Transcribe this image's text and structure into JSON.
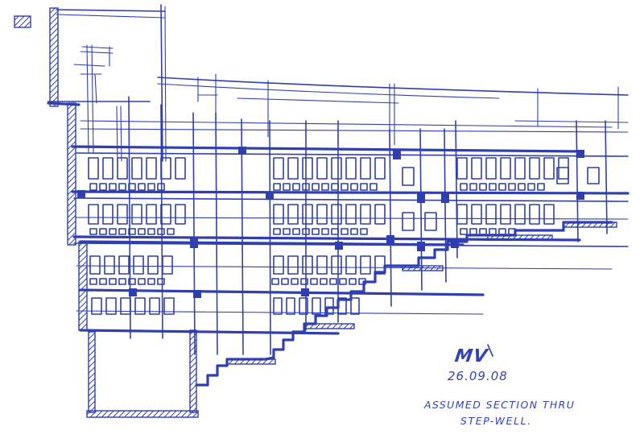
{
  "drawing": {
    "type": "architectural pen sketch",
    "subject": "section through a step-well",
    "ink_color": "#2f3fb0",
    "paper_color": "#ffffff"
  },
  "annotations": {
    "signature": "MV",
    "date": "26.09.08",
    "caption_line1": "ASSUMED SECTION THRU",
    "caption_line2": "STEP-WELL."
  }
}
